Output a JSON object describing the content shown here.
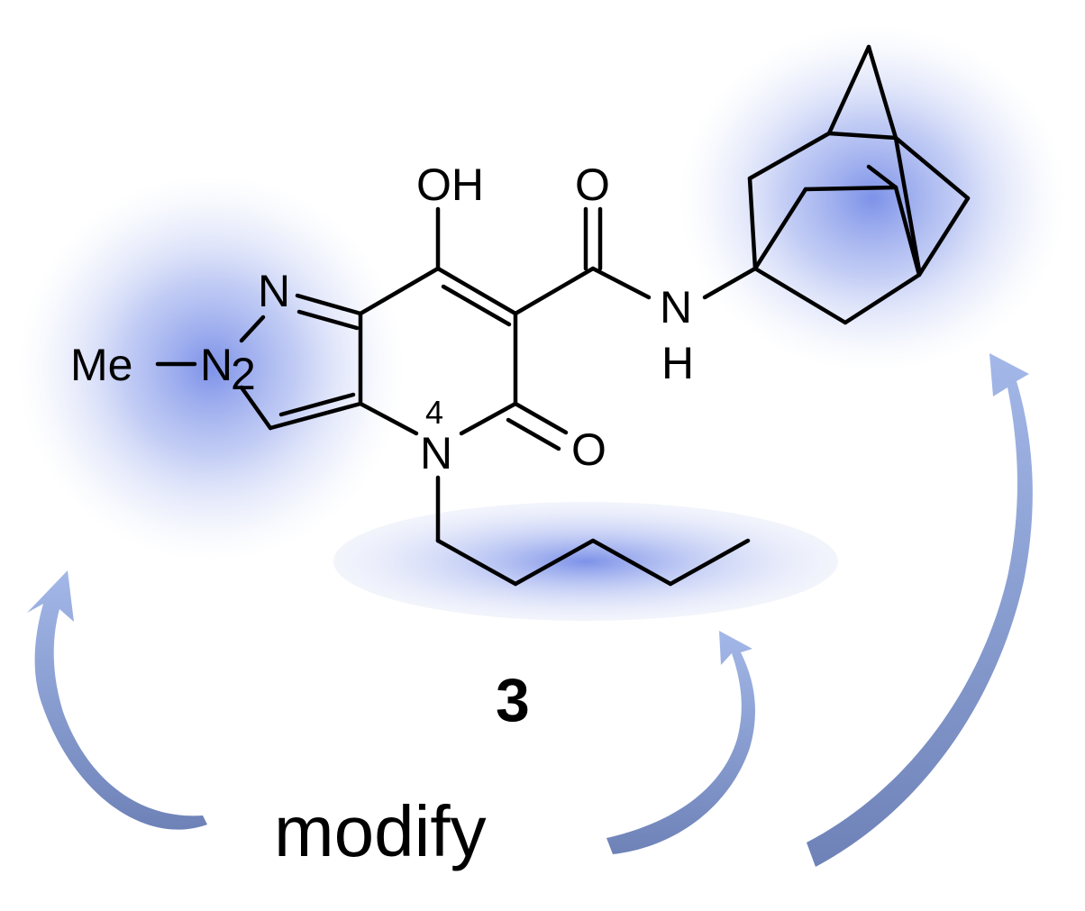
{
  "labels": {
    "oh": "OH",
    "o_amide": "O",
    "n_amide": "N",
    "h_amide": "H",
    "n_pyrazole": "N",
    "me": "Me",
    "n2": "N",
    "n2_locant": "2",
    "n4": "N",
    "n4_locant": "4",
    "o_lactam": "O"
  },
  "compound_number": "3",
  "caption": "modify",
  "colors": {
    "highlight": "#6f86e6",
    "arrow_light": "#9db3e6",
    "arrow_dark": "#6e82b8",
    "bond": "#000000"
  }
}
